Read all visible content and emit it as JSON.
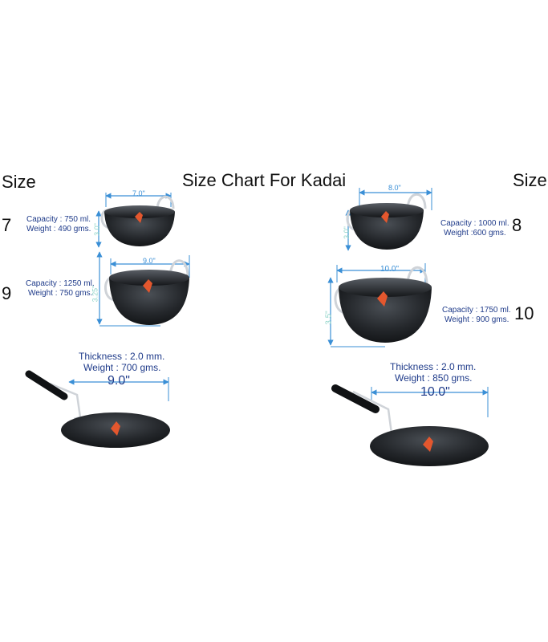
{
  "header": {
    "title": "Size Chart For Kadai",
    "size_left": "Size",
    "size_right": "Size"
  },
  "colors": {
    "dimension": "#3a8fd6",
    "spec_text": "#1f3b8a",
    "pan": "#202326",
    "logo": "#e4572e"
  },
  "items": {
    "size7": {
      "number": "7",
      "capacity": "Capacity : 750 ml.",
      "weight": "Weight : 490 gms.",
      "diameter": "7.0\"",
      "height": "3.0\""
    },
    "size8": {
      "number": "8",
      "capacity": "Capacity : 1000 ml.",
      "weight": "Weight :600 gms.",
      "diameter": "8.0\"",
      "height": "3.0\""
    },
    "size9": {
      "number": "9",
      "capacity": "Capacity : 1250 ml.",
      "weight": "Weight : 750 gms.",
      "diameter": "9.0\"",
      "height": "3.25\""
    },
    "size10": {
      "number": "10",
      "capacity": "Capacity : 1750 ml.",
      "weight": "Weight : 900 gms.",
      "diameter": "10.0\"",
      "height": "3.5\""
    }
  },
  "tawas": {
    "left": {
      "thickness": "Thickness : 2.0 mm.",
      "weight": "Weight : 700 gms.",
      "diameter": "9.0\""
    },
    "right": {
      "thickness": "Thickness : 2.0 mm.",
      "weight": "Weight : 850 gms.",
      "diameter": "10.0\""
    }
  }
}
